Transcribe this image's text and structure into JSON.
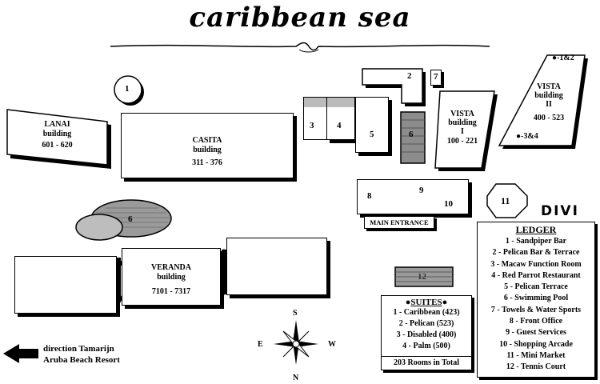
{
  "title": "caribbean sea",
  "buildings": {
    "lanai": {
      "name": "LANAI",
      "label": "building",
      "rooms": "601 - 620"
    },
    "casita": {
      "name": "CASITA",
      "label": "building",
      "rooms": "311 - 376"
    },
    "veranda": {
      "name": "VERANDA",
      "label": "building",
      "rooms": "7101 - 7317"
    },
    "vista1": {
      "name": "VISTA",
      "label": "building",
      "number": "I",
      "rooms": "100 - 221"
    },
    "vista2": {
      "name": "VISTA",
      "label": "building",
      "number": "II",
      "rooms": "400 - 523"
    }
  },
  "markers": {
    "sandpiper": "1",
    "pelican_bar": "2",
    "macaw": "3",
    "red_parrot": "4",
    "pelican_terrace": "5",
    "pool_main": "6",
    "pool_beach": "6",
    "towels": "7",
    "front_office": "8",
    "guest_services": "9",
    "shopping": "10",
    "mini_market": "11",
    "tennis": "12",
    "suite_1_2": "1&2",
    "suite_3_4": "3&4"
  },
  "main_entrance": "MAIN ENTRANCE",
  "brand": "DIVI",
  "ledger": {
    "title": "LEDGER",
    "items": [
      "1 - Sandpiper Bar",
      "2 - Pelican Bar & Terrace",
      "3 - Macaw Function Room",
      "4 - Red Parrot Restaurant",
      "5 - Pelican Terrace",
      "6 - Swimming Pool",
      "7 - Towels & Water Sports",
      "8 - Front Office",
      "9 - Guest Services",
      "10 - Shopping Arcade",
      "11 - Mini Market",
      "12 - Tennis Court"
    ]
  },
  "suites": {
    "title": "SUITES",
    "items": [
      "1 - Caribbean (423)",
      "2 - Pelican (523)",
      "3 - Disabled (400)",
      "4 - Palm (500)"
    ],
    "total": "203 Rooms in Total"
  },
  "direction": {
    "line1": "direction  Tamarijn",
    "line2": "Aruba Beach Resort"
  },
  "compass": {
    "north": "N",
    "south": "S",
    "east": "E",
    "west": "W"
  }
}
